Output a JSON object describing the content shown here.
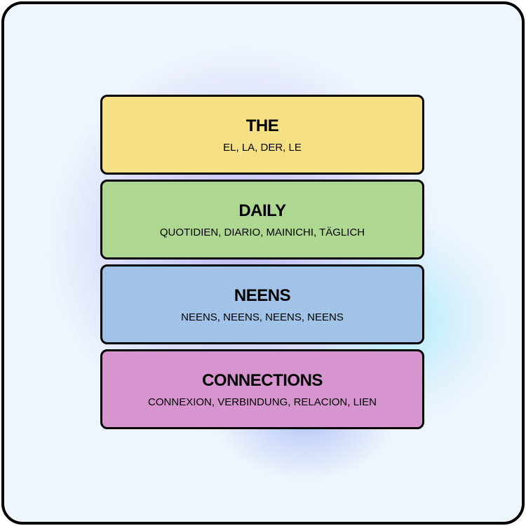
{
  "groups": [
    {
      "title": "THE",
      "words": "EL, LA, DER, LE",
      "color": "#f5e085"
    },
    {
      "title": "DAILY",
      "words": "QUOTIDIEN, DIARIO, MAINICHI, TÄGLICH",
      "color": "#aed891"
    },
    {
      "title": "NEENS",
      "words": "NEENS, NEENS, NEENS, NEENS",
      "color": "#a0c3e7"
    },
    {
      "title": "CONNECTIONS",
      "words": "CONNEXION, VERBINDUNG, RELACION, LIEN",
      "color": "#d695cf"
    }
  ]
}
